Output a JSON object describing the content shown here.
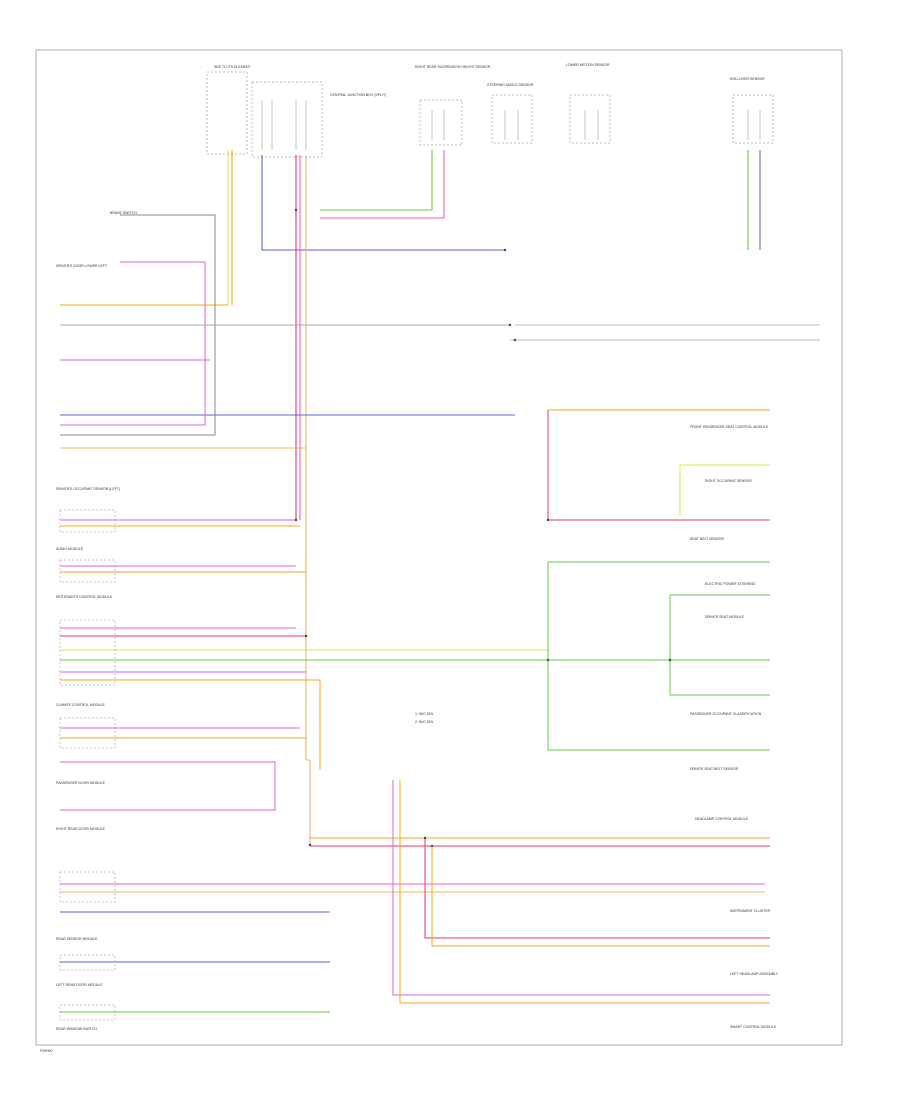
{
  "footer": {
    "code": "F00H00"
  },
  "top_components": [
    {
      "key": "fuse",
      "text": "SEE TO ITS ELEMENT"
    },
    {
      "key": "central",
      "text": "CENTRAL JUNCTION BOX (SPLIT)"
    },
    {
      "key": "rear_sensor",
      "text": "RIGHT REAR SUSPENSION HEIGHT SENSOR"
    },
    {
      "key": "steering",
      "text": "STEERING ANGLE SENSOR"
    },
    {
      "key": "lower_motion",
      "text": "LOWER MOTION SENSOR"
    },
    {
      "key": "roll",
      "text": "ROLLOVER SENSOR"
    }
  ],
  "left_modules": [
    {
      "key": "brake",
      "text": "BRAKE SWITCH"
    },
    {
      "key": "driver_lower",
      "text": "DRIVER'S DOOR LOWER LEFT"
    },
    {
      "key": "front_sensor",
      "text": "DRIVER'S OCCUPANT SENSOR (LEFT)"
    },
    {
      "key": "audio",
      "text": "AUDIO MODULE"
    },
    {
      "key": "restraint",
      "text": "RESTRAINTS CONTROL MODULE"
    },
    {
      "key": "climate",
      "text": "CLIMATE CONTROL MODULE"
    },
    {
      "key": "pass_door",
      "text": "PASSENGER DOOR MODULE"
    },
    {
      "key": "rear_door",
      "text": "RIGHT REAR DOOR MODULE"
    },
    {
      "key": "rear_module",
      "text": "REAR SENSOR MODULE"
    },
    {
      "key": "left_rear_door",
      "text": "LEFT REAR DOOR MODULE"
    },
    {
      "key": "rear_switch",
      "text": "REAR WINDOW SWITCH"
    }
  ],
  "right_modules": [
    {
      "key": "front_pass",
      "text": "FRONT PASSENGER SEAT CONTROL MODULE"
    },
    {
      "key": "front_occ",
      "text": "RIGHT OCCUPANT SENSOR"
    },
    {
      "key": "belt",
      "text": "SEAT BELT SENSOR"
    },
    {
      "key": "electric",
      "text": "ELECTRIC POWER STEERING"
    },
    {
      "key": "driver_seat",
      "text": "DRIVER SEAT MODULE"
    },
    {
      "key": "pass_occ",
      "text": "PASSENGER OCCUPANT CLASSIFICATION"
    },
    {
      "key": "seat_belt2",
      "text": "DRIVER SEAT BELT SENSOR"
    },
    {
      "key": "dimm_head",
      "text": "HEADLAMP CONTROL MODULE"
    },
    {
      "key": "instr",
      "text": "INSTRUMENT CLUSTER"
    },
    {
      "key": "left_head",
      "text": "LEFT HEADLAMP ASSEMBLY"
    },
    {
      "key": "smart",
      "text": "SMART CONTROL MODULE"
    }
  ],
  "notes": {
    "n1": "1: W/O DRL",
    "n2": "2: W/O DRL"
  }
}
